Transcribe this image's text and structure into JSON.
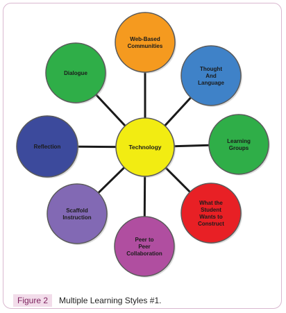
{
  "diagram": {
    "center": {
      "label": [
        "Technology"
      ],
      "color": "#f2ec12"
    },
    "nodes": [
      {
        "id": "web-based-communities",
        "label": [
          "Web-Based",
          "Communities"
        ],
        "color": "#f59a1f"
      },
      {
        "id": "thought-and-language",
        "label": [
          "Thought",
          "And",
          "Language"
        ],
        "color": "#3f82c8"
      },
      {
        "id": "learning-groups",
        "label": [
          "Learning",
          "Groups"
        ],
        "color": "#2fae48"
      },
      {
        "id": "what-the-student-wants-to-construct",
        "label": [
          "What the",
          "Student",
          "Wants to",
          "Construct"
        ],
        "color": "#e82025"
      },
      {
        "id": "peer-to-peer-collaboration",
        "label": [
          "Peer to",
          "Peer",
          "Collaboration"
        ],
        "color": "#b04ea0"
      },
      {
        "id": "scaffold-instruction",
        "label": [
          "Scaffold",
          "Instruction"
        ],
        "color": "#8269b4"
      },
      {
        "id": "reflection",
        "label": [
          "Reflection"
        ],
        "color": "#3c4a9c"
      },
      {
        "id": "dialogue",
        "label": [
          "Dialogue"
        ],
        "color": "#2fae48"
      }
    ],
    "connector_color": "#1a1a1a",
    "outline_color": "#5a5a5a"
  },
  "caption": {
    "tag": "Figure 2",
    "text": "Multiple Learning Styles #1."
  }
}
